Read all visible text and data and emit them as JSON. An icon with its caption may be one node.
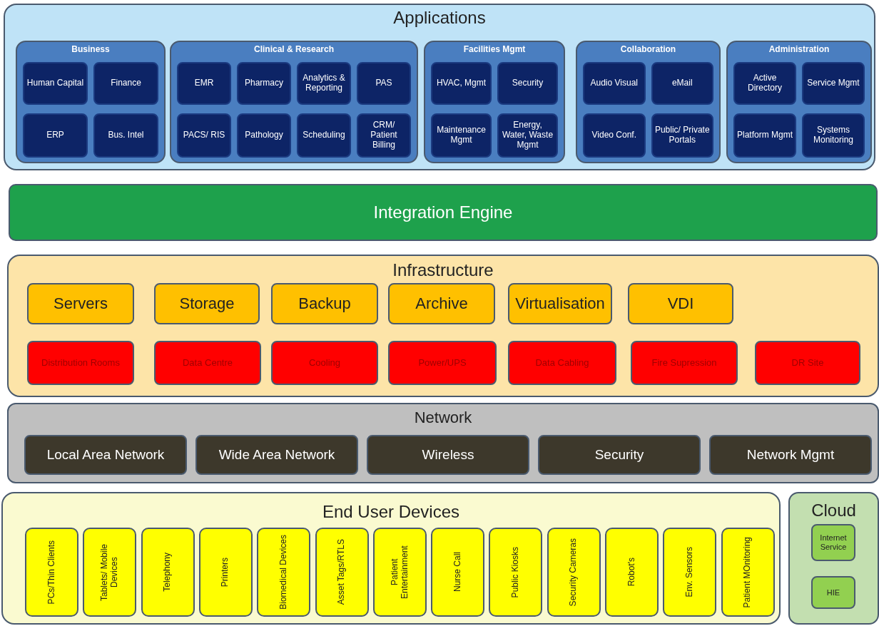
{
  "diagram": {
    "nodes": [
      {
        "text": [
          "Applications"
        ]
      },
      {
        "text": [
          "Business"
        ],
        "in": 0
      },
      {
        "text": [
          "Human Capital"
        ],
        "in": 1
      },
      {
        "text": [
          "Finance"
        ],
        "in": 1
      },
      {
        "text": [
          "ERP"
        ],
        "in": 1
      },
      {
        "text": [
          "Bus. Intel"
        ],
        "in": 1
      },
      {
        "text": [
          "Clinical & Research"
        ],
        "in": 0
      },
      {
        "text": [
          "EMR"
        ],
        "in": 6
      },
      {
        "text": [
          "Pharmacy"
        ],
        "in": 6
      },
      {
        "text": [
          "Analytics & Reporting"
        ],
        "in": 6
      },
      {
        "text": [
          "PAS"
        ],
        "in": 6
      },
      {
        "text": [
          "PACS/ RIS"
        ],
        "in": 6
      },
      {
        "text": [
          "Pathology"
        ],
        "in": 6
      },
      {
        "text": [
          "Scheduling"
        ],
        "in": 6
      },
      {
        "text": [
          "CRM/ Patient Billing"
        ],
        "in": 6
      },
      {
        "text": [
          "Facilities Mgmt"
        ],
        "in": 0
      },
      {
        "text": [
          "HVAC, Mgmt"
        ],
        "in": 15
      },
      {
        "text": [
          "Security"
        ],
        "in": 15
      },
      {
        "text": [
          "Maintenance Mgmt"
        ],
        "in": 15
      },
      {
        "text": [
          "Energy, Water, Waste Mgmt"
        ],
        "in": 15
      },
      {
        "text": [
          "Collaboration"
        ],
        "in": 0
      },
      {
        "text": [
          "Audio Visual"
        ],
        "in": 20
      },
      {
        "text": [
          "eMail"
        ],
        "in": 20
      },
      {
        "text": [
          "Video Conf."
        ],
        "in": 20
      },
      {
        "text": [
          "Public/ Private Portals"
        ],
        "in": 20
      },
      {
        "text": [
          "Administration"
        ],
        "in": 0
      },
      {
        "text": [
          "Active Directory"
        ],
        "in": 25
      },
      {
        "text": [
          "Service Mgmt"
        ],
        "in": 25
      },
      {
        "text": [
          "Platform Mgmt"
        ],
        "in": 25
      },
      {
        "text": [
          "Systems Monitoring"
        ],
        "in": 25
      },
      {
        "text": [
          "Integration Engine"
        ]
      },
      {
        "text": [
          "Infrastructure"
        ]
      },
      {
        "text": [
          "Servers"
        ],
        "in": 31
      },
      {
        "text": [
          "Storage"
        ],
        "in": 31
      },
      {
        "text": [
          "Backup"
        ],
        "in": 31
      },
      {
        "text": [
          "Archive"
        ],
        "in": 31
      },
      {
        "text": [
          "Virtualisation"
        ],
        "in": 31
      },
      {
        "text": [
          "VDI"
        ],
        "in": 31
      },
      {
        "text": [
          "Distribution Rooms"
        ],
        "in": 31
      },
      {
        "text": [
          "Data Centre"
        ],
        "in": 31
      },
      {
        "text": [
          "Cooling"
        ],
        "in": 31
      },
      {
        "text": [
          "Power/UPS"
        ],
        "in": 31
      },
      {
        "text": [
          "Data Cabling"
        ],
        "in": 31
      },
      {
        "text": [
          "Fire Supression"
        ],
        "in": 31
      },
      {
        "text": [
          "DR Site"
        ],
        "in": 31
      },
      {
        "text": [
          "Network"
        ]
      },
      {
        "text": [
          "Local Area Network"
        ],
        "in": 45
      },
      {
        "text": [
          "Wide Area Network"
        ],
        "in": 45
      },
      {
        "text": [
          "Wireless"
        ],
        "in": 45
      },
      {
        "text": [
          "Security"
        ],
        "in": 45
      },
      {
        "text": [
          "Network Mgmt"
        ],
        "in": 45
      },
      {
        "text": [
          "End User Devices"
        ]
      },
      {
        "text": [
          "PCs/Thin Clients"
        ],
        "in": 51
      },
      {
        "text": [
          "Tablets/ Mobile Devices"
        ],
        "in": 51
      },
      {
        "text": [
          "Telephony"
        ],
        "in": 51
      },
      {
        "text": [
          "Printers"
        ],
        "in": 51
      },
      {
        "text": [
          "Biomedical Devices"
        ],
        "in": 51
      },
      {
        "text": [
          "Asset Tags/RTLS"
        ],
        "in": 51
      },
      {
        "text": [
          "Patient Entertainment"
        ],
        "in": 51
      },
      {
        "text": [
          "Nurse Call"
        ],
        "in": 51
      },
      {
        "text": [
          "Public Kiosks"
        ],
        "in": 51
      },
      {
        "text": [
          "Security Cameras"
        ],
        "in": 51
      },
      {
        "text": [
          "Robot's"
        ],
        "in": 51
      },
      {
        "text": [
          "Env. Sensors"
        ],
        "in": 51
      },
      {
        "text": [
          "Patient MOnitoring"
        ],
        "in": 51
      },
      {
        "text": [
          "Cloud"
        ]
      },
      {
        "text": [
          "Internet Service"
        ],
        "in": 65
      },
      {
        "text": [
          "HIE"
        ],
        "in": 65
      }
    ],
    "edges": []
  }
}
